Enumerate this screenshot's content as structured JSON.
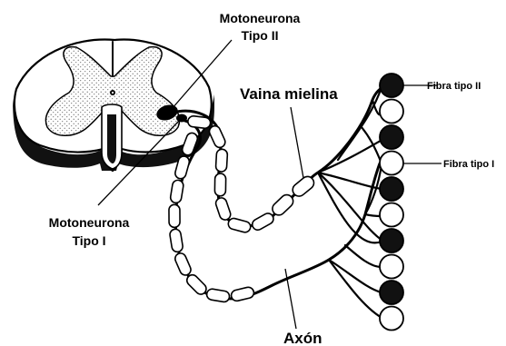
{
  "labels": {
    "motoneurona_ii_line1": "Motoneurona",
    "motoneurona_ii_line2": "Tipo II",
    "motoneurona_i_line1": "Motoneurona",
    "motoneurona_i_line2": "Tipo I",
    "vaina_mielina": "Vaina mielina",
    "axon": "Axón",
    "fibra_tipo_ii": "Fibra tipo II",
    "fibra_tipo_i": "Fibra tipo I"
  },
  "muscle_fibers": [
    {
      "type": "II",
      "fill": "#111111"
    },
    {
      "type": "I",
      "fill": "#ffffff"
    },
    {
      "type": "II",
      "fill": "#111111"
    },
    {
      "type": "I",
      "fill": "#ffffff"
    },
    {
      "type": "II",
      "fill": "#111111"
    },
    {
      "type": "I",
      "fill": "#ffffff"
    },
    {
      "type": "II",
      "fill": "#111111"
    },
    {
      "type": "I",
      "fill": "#ffffff"
    },
    {
      "type": "II",
      "fill": "#111111"
    },
    {
      "type": "I",
      "fill": "#ffffff"
    }
  ],
  "colors": {
    "ink": "#000000",
    "paper": "#ffffff",
    "gray_matter_dots": "#7a7a7a"
  }
}
